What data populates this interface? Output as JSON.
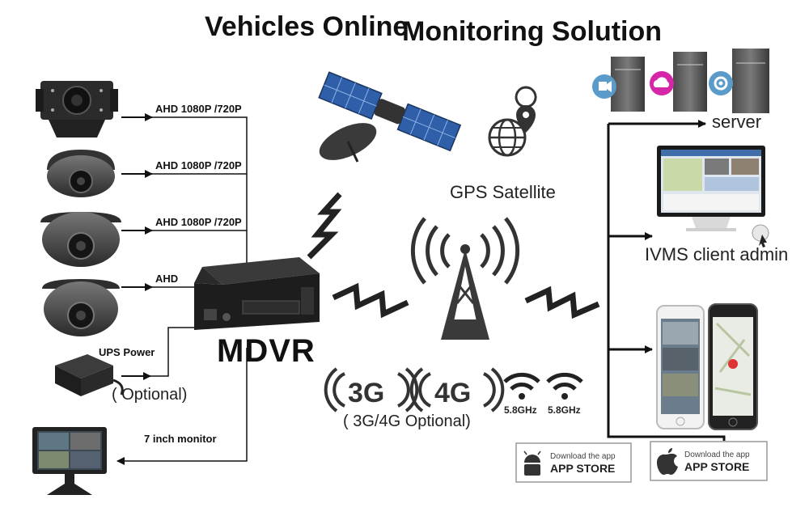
{
  "title_part1": "Vehicles Online",
  "title_part2": "Monitoring Solution",
  "camera_labels": [
    "AHD 1080P /720P",
    "AHD 1080P /720P",
    "AHD 1080P /720P",
    "AHD"
  ],
  "ups_label": "UPS Power",
  "ups_optional": "( Optional)",
  "monitor_label": "7 inch monitor",
  "mdvr_label": "MDVR",
  "gps_label": "GPS Satellite",
  "network_3g": "3G",
  "network_4g": "4G",
  "network_optional": "( 3G/4G Optional)",
  "wifi_1": "5.8GHz",
  "wifi_2": "5.8GHz",
  "server_label": "server",
  "client_label": "IVMS client admin",
  "store_android": {
    "small": "Download the app",
    "big": "APP STORE"
  },
  "store_apple": {
    "small": "Download the app",
    "big": "APP STORE"
  }
}
